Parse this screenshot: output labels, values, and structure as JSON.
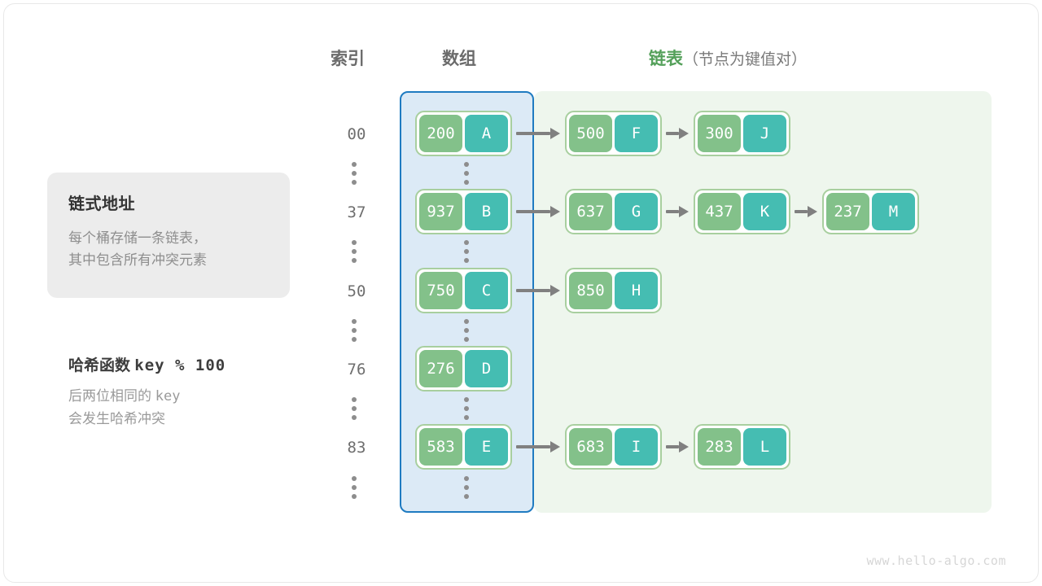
{
  "headers": {
    "index": "索引",
    "array": "数组",
    "list_strong": "链表",
    "list_paren": "（节点为键值对）"
  },
  "info_card": {
    "title": "链式地址",
    "line1": "每个桶存储一条链表，",
    "line2": "其中包含所有冲突元素"
  },
  "hash_note": {
    "title_cn": "哈希函数",
    "title_code": "key % 100",
    "line1_cn": "后两位相同的",
    "line1_code": "key",
    "line2": "会发生哈希冲突"
  },
  "colors": {
    "key_cell": "#83c18a",
    "value_cell": "#45bdb2",
    "node_border": "#a8cf9f",
    "array_region_fill": "#dceaf6",
    "array_region_border": "#1f7bc1",
    "list_region_fill": "#eef6ed",
    "arrow": "#808080",
    "accent_green": "#54a05a",
    "card_bg": "#ececec"
  },
  "rows": [
    {
      "index": "00",
      "bucket": {
        "key": "200",
        "value": "A"
      },
      "chain": [
        {
          "key": "500",
          "value": "F"
        },
        {
          "key": "300",
          "value": "J"
        }
      ]
    },
    {
      "index": "37",
      "bucket": {
        "key": "937",
        "value": "B"
      },
      "chain": [
        {
          "key": "637",
          "value": "G"
        },
        {
          "key": "437",
          "value": "K"
        },
        {
          "key": "237",
          "value": "M"
        }
      ]
    },
    {
      "index": "50",
      "bucket": {
        "key": "750",
        "value": "C"
      },
      "chain": [
        {
          "key": "850",
          "value": "H"
        }
      ]
    },
    {
      "index": "76",
      "bucket": {
        "key": "276",
        "value": "D"
      },
      "chain": []
    },
    {
      "index": "83",
      "bucket": {
        "key": "583",
        "value": "E"
      },
      "chain": [
        {
          "key": "683",
          "value": "I"
        },
        {
          "key": "283",
          "value": "L"
        }
      ]
    }
  ],
  "ellipsis_symbol": "⋮",
  "watermark": "www.hello-algo.com"
}
